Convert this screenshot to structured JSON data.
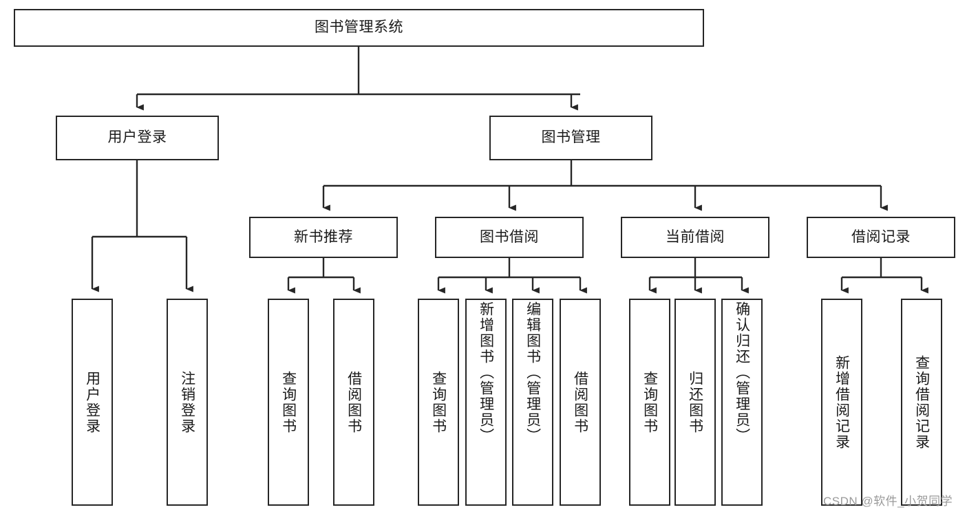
{
  "diagram": {
    "title": "图书管理系统",
    "type": "tree-hierarchy",
    "nodes": {
      "root": {
        "label": "图书管理系统"
      },
      "level2": [
        {
          "id": "user-login",
          "label": "用户登录"
        },
        {
          "id": "book-manage",
          "label": "图书管理"
        }
      ],
      "level3": [
        {
          "id": "new-book-recommend",
          "label": "新书推荐"
        },
        {
          "id": "book-borrow",
          "label": "图书借阅"
        },
        {
          "id": "current-borrow",
          "label": "当前借阅"
        },
        {
          "id": "borrow-record",
          "label": "借阅记录"
        }
      ],
      "leaves": {
        "user-login": [
          {
            "id": "leaf-user-login",
            "label": "用户登录"
          },
          {
            "id": "leaf-logout-login",
            "label": "注销登录"
          }
        ],
        "new-book-recommend": [
          {
            "id": "leaf-query-book-1",
            "label": "查询图书"
          },
          {
            "id": "leaf-borrow-book-1",
            "label": "借阅图书"
          }
        ],
        "book-borrow": [
          {
            "id": "leaf-query-book-2",
            "label": "查询图书"
          },
          {
            "id": "leaf-add-book",
            "label": "新增图书（管理员）"
          },
          {
            "id": "leaf-edit-book",
            "label": "编辑图书（管理员）"
          },
          {
            "id": "leaf-borrow-book-2",
            "label": "借阅图书"
          }
        ],
        "current-borrow": [
          {
            "id": "leaf-query-book-3",
            "label": "查询图书"
          },
          {
            "id": "leaf-return-book",
            "label": "归还图书"
          },
          {
            "id": "leaf-confirm-return",
            "label": "确认归还（管理员）"
          }
        ],
        "borrow-record": [
          {
            "id": "leaf-add-record",
            "label": "新增借阅记录"
          },
          {
            "id": "leaf-query-record",
            "label": "查询借阅记录"
          }
        ]
      }
    },
    "watermark": "CSDN @软件_小贺同学",
    "colors": {
      "stroke": "#262626",
      "fill": "#ffffff",
      "text": "#1a1a1a",
      "watermark": "#9a9a9a"
    }
  }
}
